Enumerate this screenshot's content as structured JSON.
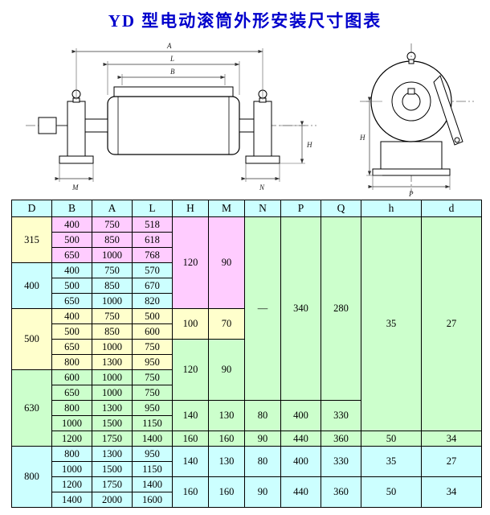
{
  "title": "YD 型电动滚筒外形安装尺寸图表",
  "colors": {
    "title_color": "#0000cc",
    "header_bg": "#ccffff",
    "pink": "#ffccff",
    "cyan": "#ccffff",
    "ivory": "#ffffcc",
    "green": "#ccffcc"
  },
  "drawing_labels": {
    "side": {
      "A": "A",
      "L": "L",
      "B": "B",
      "H": "H",
      "M": "M",
      "N": "N"
    },
    "end": {
      "H": "H",
      "P": "P"
    }
  },
  "table": {
    "headers": [
      "D",
      "B",
      "A",
      "L",
      "H",
      "M",
      "N",
      "P",
      "Q",
      "h",
      "d"
    ],
    "rows": [
      [
        {
          "t": "315",
          "rs": 3,
          "bg": "ivory"
        },
        {
          "t": "400",
          "bg": "pink"
        },
        {
          "t": "750",
          "bg": "pink"
        },
        {
          "t": "518",
          "bg": "pink"
        },
        {
          "t": "120",
          "rs": 6,
          "bg": "pink"
        },
        {
          "t": "90",
          "rs": 6,
          "bg": "pink"
        },
        {
          "t": "—",
          "rs": 12,
          "bg": "green"
        },
        {
          "t": "340",
          "rs": 12,
          "bg": "green"
        },
        {
          "t": "280",
          "rs": 12,
          "bg": "green"
        },
        {
          "t": "35",
          "rs": 14,
          "bg": "green"
        },
        {
          "t": "27",
          "rs": 14,
          "bg": "green"
        }
      ],
      [
        {
          "t": "500",
          "bg": "pink"
        },
        {
          "t": "850",
          "bg": "pink"
        },
        {
          "t": "618",
          "bg": "pink"
        }
      ],
      [
        {
          "t": "650",
          "bg": "pink"
        },
        {
          "t": "1000",
          "bg": "pink"
        },
        {
          "t": "768",
          "bg": "pink"
        }
      ],
      [
        {
          "t": "400",
          "rs": 3,
          "bg": "cyan"
        },
        {
          "t": "400",
          "bg": "cyan"
        },
        {
          "t": "750",
          "bg": "cyan"
        },
        {
          "t": "570",
          "bg": "cyan"
        }
      ],
      [
        {
          "t": "500",
          "bg": "cyan"
        },
        {
          "t": "850",
          "bg": "cyan"
        },
        {
          "t": "670",
          "bg": "cyan"
        }
      ],
      [
        {
          "t": "650",
          "bg": "cyan"
        },
        {
          "t": "1000",
          "bg": "cyan"
        },
        {
          "t": "820",
          "bg": "cyan"
        }
      ],
      [
        {
          "t": "500",
          "rs": 4,
          "bg": "ivory"
        },
        {
          "t": "400",
          "bg": "ivory"
        },
        {
          "t": "750",
          "bg": "ivory"
        },
        {
          "t": "500",
          "bg": "ivory"
        },
        {
          "t": "100",
          "rs": 2,
          "bg": "ivory"
        },
        {
          "t": "70",
          "rs": 2,
          "bg": "ivory"
        }
      ],
      [
        {
          "t": "500",
          "bg": "ivory"
        },
        {
          "t": "850",
          "bg": "ivory"
        },
        {
          "t": "600",
          "bg": "ivory"
        }
      ],
      [
        {
          "t": "650",
          "bg": "ivory"
        },
        {
          "t": "1000",
          "bg": "ivory"
        },
        {
          "t": "750",
          "bg": "ivory"
        },
        {
          "t": "120",
          "rs": 4,
          "bg": "green"
        },
        {
          "t": "90",
          "rs": 4,
          "bg": "green"
        }
      ],
      [
        {
          "t": "800",
          "bg": "ivory"
        },
        {
          "t": "1300",
          "bg": "ivory"
        },
        {
          "t": "950",
          "bg": "ivory"
        }
      ],
      [
        {
          "t": "630",
          "rs": 5,
          "bg": "green"
        },
        {
          "t": "600",
          "bg": "green"
        },
        {
          "t": "1000",
          "bg": "green"
        },
        {
          "t": "750",
          "bg": "green"
        }
      ],
      [
        {
          "t": "650",
          "bg": "green"
        },
        {
          "t": "1000",
          "bg": "green"
        },
        {
          "t": "750",
          "bg": "green"
        }
      ],
      [
        {
          "t": "800",
          "bg": "green"
        },
        {
          "t": "1300",
          "bg": "green"
        },
        {
          "t": "950",
          "bg": "green"
        },
        {
          "t": "140",
          "rs": 2,
          "bg": "green"
        },
        {
          "t": "130",
          "rs": 2,
          "bg": "green"
        },
        {
          "t": "80",
          "rs": 2,
          "bg": "green"
        },
        {
          "t": "400",
          "rs": 2,
          "bg": "green"
        },
        {
          "t": "330",
          "rs": 2,
          "bg": "green"
        }
      ],
      [
        {
          "t": "1000",
          "bg": "green"
        },
        {
          "t": "1500",
          "bg": "green"
        },
        {
          "t": "1150",
          "bg": "green"
        }
      ],
      [
        {
          "t": "1200",
          "bg": "green"
        },
        {
          "t": "1750",
          "bg": "green"
        },
        {
          "t": "1400",
          "bg": "green"
        },
        {
          "t": "160",
          "bg": "green"
        },
        {
          "t": "160",
          "bg": "green"
        },
        {
          "t": "90",
          "bg": "green"
        },
        {
          "t": "440",
          "bg": "green"
        },
        {
          "t": "360",
          "bg": "green"
        },
        {
          "t": "50",
          "bg": "green"
        },
        {
          "t": "34",
          "bg": "green"
        }
      ],
      [
        {
          "t": "800",
          "rs": 4,
          "bg": "cyan"
        },
        {
          "t": "800",
          "bg": "cyan"
        },
        {
          "t": "1300",
          "bg": "cyan"
        },
        {
          "t": "950",
          "bg": "cyan"
        },
        {
          "t": "140",
          "rs": 2,
          "bg": "cyan"
        },
        {
          "t": "130",
          "rs": 2,
          "bg": "cyan"
        },
        {
          "t": "80",
          "rs": 2,
          "bg": "cyan"
        },
        {
          "t": "400",
          "rs": 2,
          "bg": "cyan"
        },
        {
          "t": "330",
          "rs": 2,
          "bg": "cyan"
        },
        {
          "t": "35",
          "rs": 2,
          "bg": "cyan"
        },
        {
          "t": "27",
          "rs": 2,
          "bg": "cyan"
        }
      ],
      [
        {
          "t": "1000",
          "bg": "cyan"
        },
        {
          "t": "1500",
          "bg": "cyan"
        },
        {
          "t": "1150",
          "bg": "cyan"
        }
      ],
      [
        {
          "t": "1200",
          "bg": "cyan"
        },
        {
          "t": "1750",
          "bg": "cyan"
        },
        {
          "t": "1400",
          "bg": "cyan"
        },
        {
          "t": "160",
          "rs": 2,
          "bg": "cyan"
        },
        {
          "t": "160",
          "rs": 2,
          "bg": "cyan"
        },
        {
          "t": "90",
          "rs": 2,
          "bg": "cyan"
        },
        {
          "t": "440",
          "rs": 2,
          "bg": "cyan"
        },
        {
          "t": "360",
          "rs": 2,
          "bg": "cyan"
        },
        {
          "t": "50",
          "rs": 2,
          "bg": "cyan"
        },
        {
          "t": "34",
          "rs": 2,
          "bg": "cyan"
        }
      ],
      [
        {
          "t": "1400",
          "bg": "cyan"
        },
        {
          "t": "2000",
          "bg": "cyan"
        },
        {
          "t": "1600",
          "bg": "cyan"
        }
      ]
    ]
  }
}
